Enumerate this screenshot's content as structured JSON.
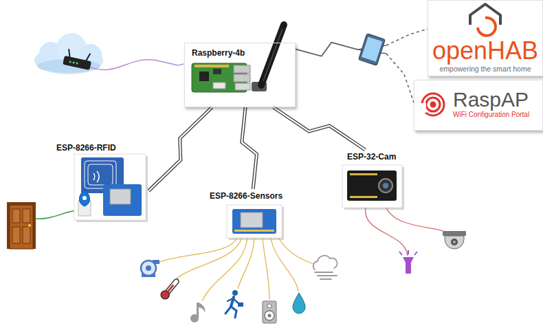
{
  "diagram": {
    "nodes": [
      {
        "text": [
          "Raspberry-4b"
        ]
      },
      {
        "text": [
          "openHAB",
          "empowering the smart home"
        ]
      },
      {
        "text": [
          "RaspAP",
          "WiFi Configuration Portal"
        ]
      },
      {
        "text": [
          "ESP-8266-RFID"
        ]
      },
      {
        "text": [
          "ESP-8266-Sensors"
        ]
      },
      {
        "text": [
          "ESP-32-Cam"
        ]
      }
    ],
    "edges": [
      {
        "from": 0,
        "to": 1,
        "arrow": "none"
      },
      {
        "from": 0,
        "to": 2,
        "arrow": "none"
      },
      {
        "from": 0,
        "to": 3,
        "arrow": "none"
      },
      {
        "from": 0,
        "to": 4,
        "arrow": "none"
      },
      {
        "from": 0,
        "to": 5,
        "arrow": "none"
      }
    ]
  }
}
